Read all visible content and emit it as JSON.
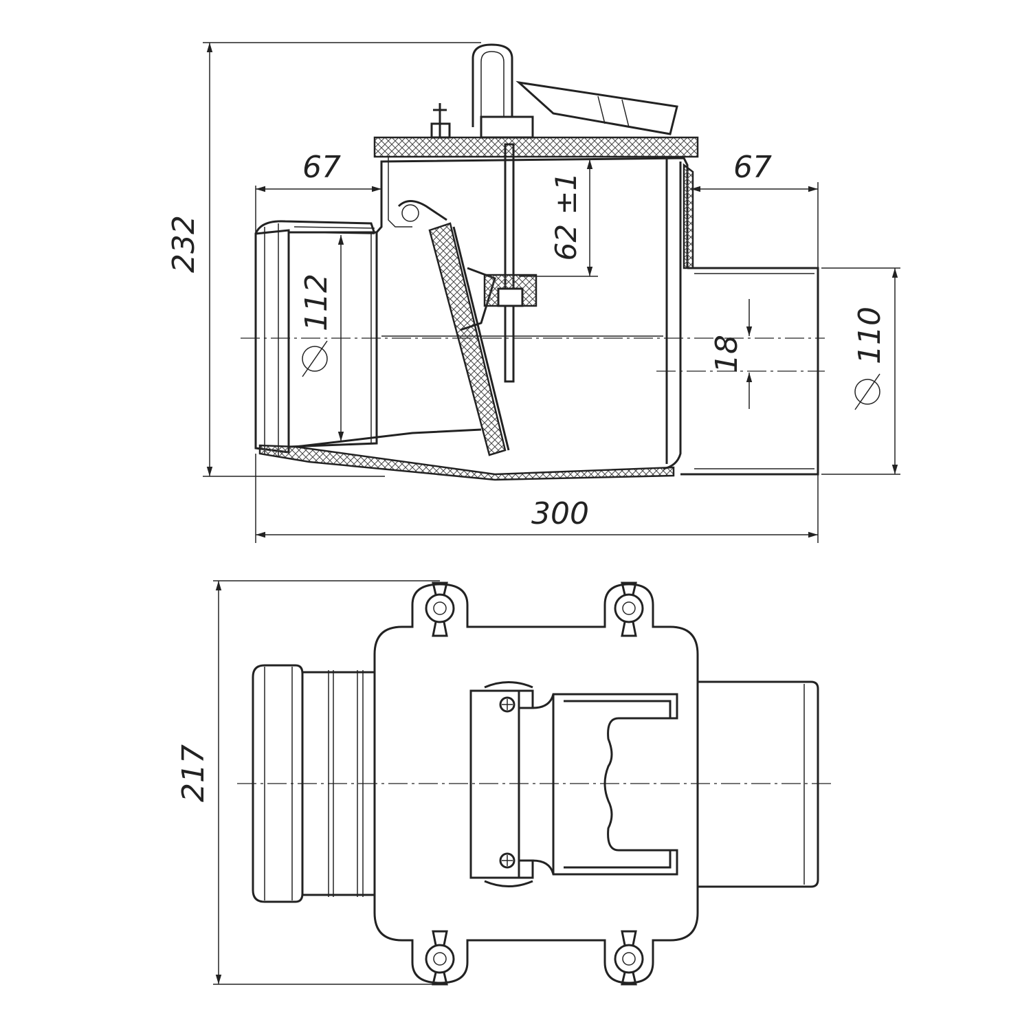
{
  "drawing": {
    "side_view": {
      "dimensions": {
        "total_height": "232",
        "inlet_length": "67",
        "outlet_length": "67",
        "inlet_diameter": "112",
        "outlet_diameter": "110",
        "flap_depth": "62 ±1",
        "axis_offset": "18",
        "total_length": "300"
      }
    },
    "top_view": {
      "dimensions": {
        "total_width": "217"
      }
    },
    "colors": {
      "line": "#222222",
      "background": "#ffffff"
    }
  }
}
